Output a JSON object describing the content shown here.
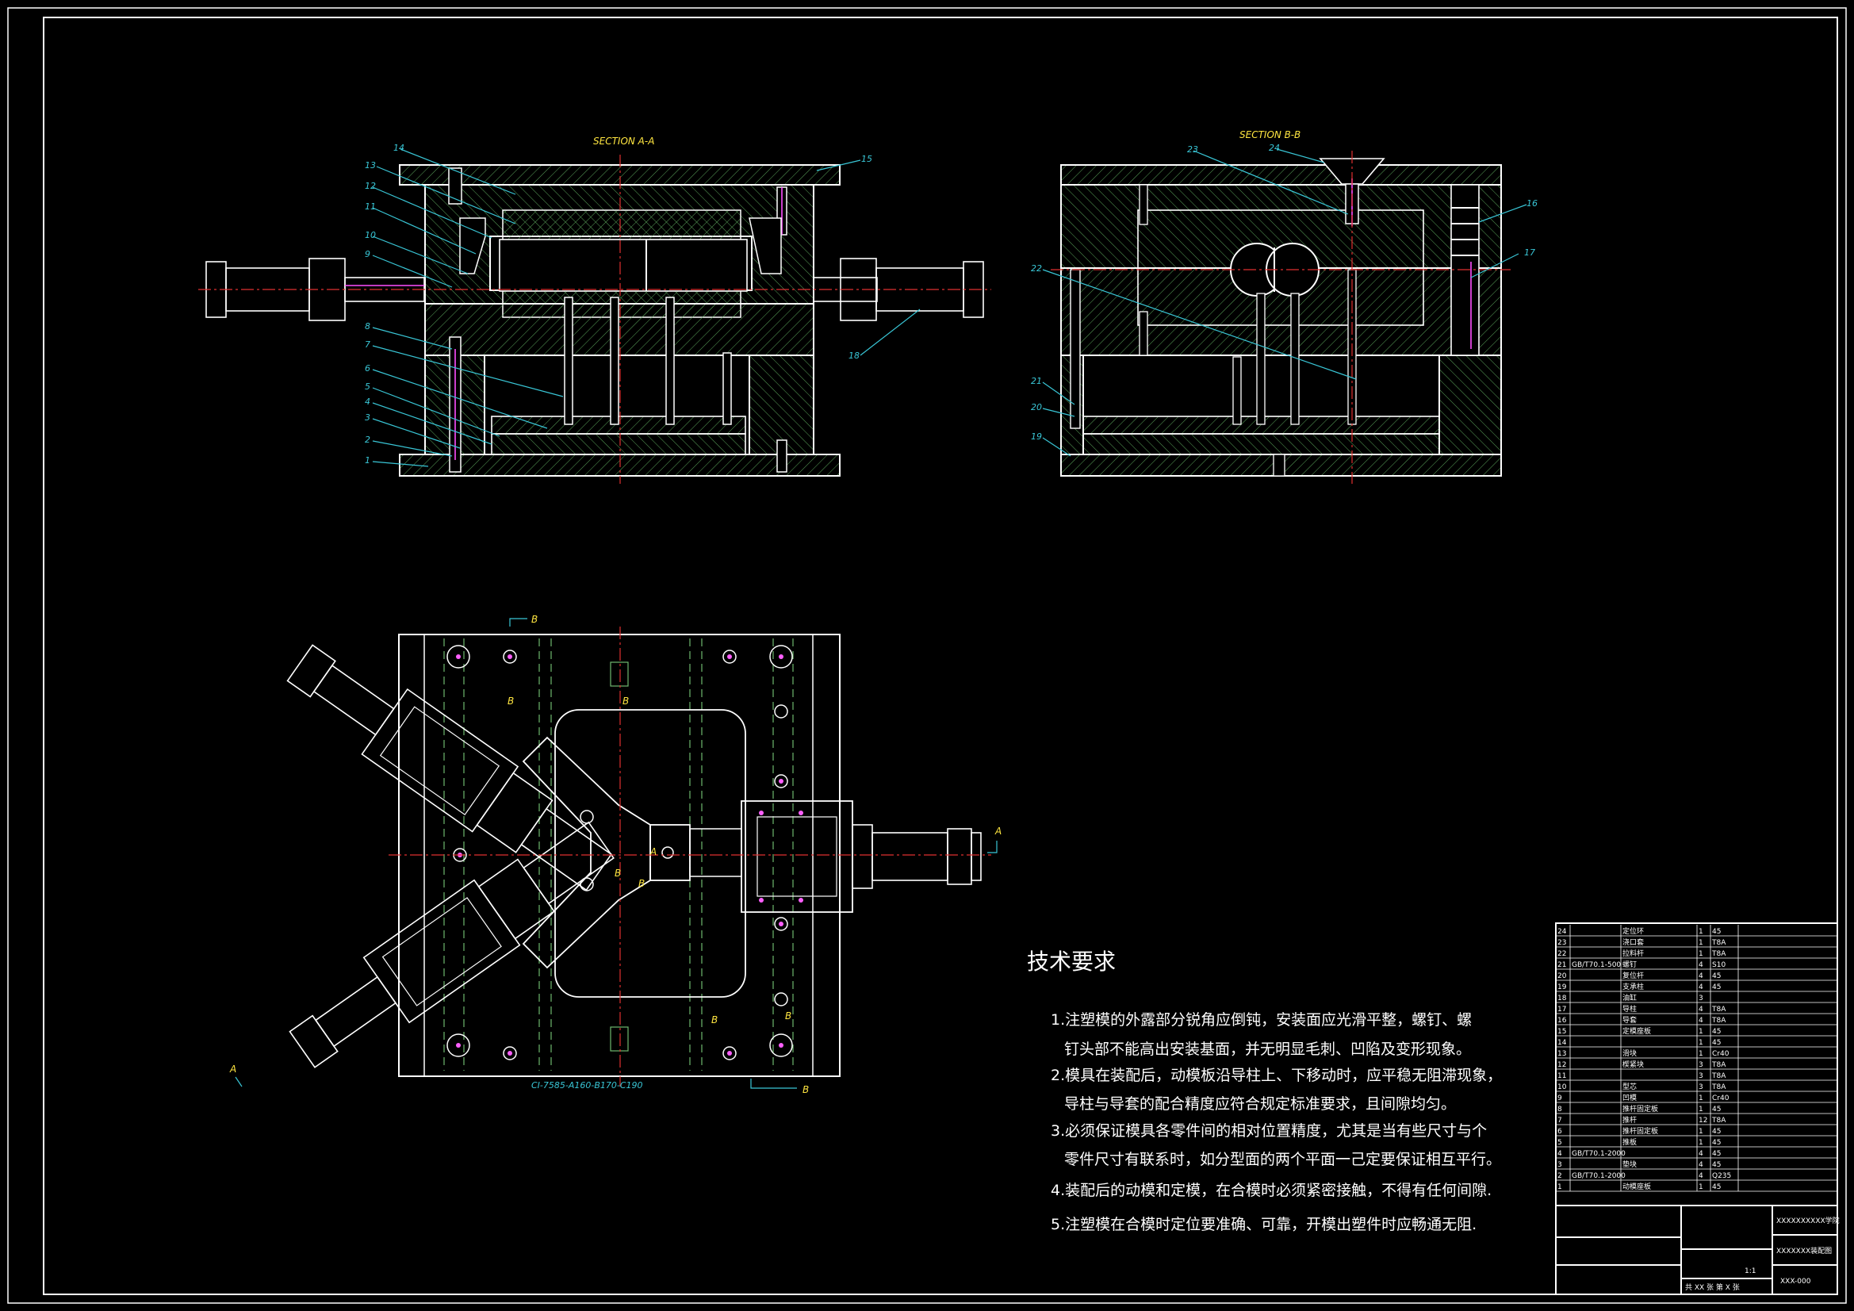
{
  "views": {
    "section_a": {
      "title": "SECTION A-A",
      "callouts": [
        "14",
        "13",
        "12",
        "11",
        "10",
        "9",
        "8",
        "7",
        "6",
        "5",
        "4",
        "3",
        "2",
        "1",
        "15",
        "18"
      ]
    },
    "section_b": {
      "title": "SECTION B-B",
      "callouts": [
        "23",
        "24",
        "16",
        "17",
        "22",
        "21",
        "20",
        "19"
      ]
    },
    "plan": {
      "markers": [
        "B",
        "B",
        "B",
        "B",
        "A",
        "B",
        "B",
        "B",
        "A",
        "A",
        "B"
      ],
      "bottom_label": "CI-7585-A160-B170-C190"
    }
  },
  "tech_requirements": {
    "title": "技术要求",
    "lines": [
      "1.注塑模的外露部分锐角应倒钝，安装面应光滑平整，螺钉、螺",
      "钉头部不能高出安装基面，并无明显毛刺、凹陷及变形现象。",
      "2.模具在装配后，动模板沿导柱上、下移动时，应平稳无阻滞现象，",
      "导柱与导套的配合精度应符合规定标准要求，且间隙均匀。",
      "3.必须保证模具各零件间的相对位置精度，尤其是当有些尺寸与个",
      "零件尺寸有联系时，如分型面的两个平面一己定要保证相互平行。",
      "4.装配后的动模和定模，在合模时必须紧密接触，不得有任何间隙.",
      "5.注塑模在合模时定位要准确、可靠，开模出塑件时应畅通无阻."
    ]
  },
  "bom": {
    "rows": [
      [
        "24",
        "",
        "定位环",
        "1",
        "45"
      ],
      [
        "23",
        "",
        "浇口套",
        "1",
        "T8A"
      ],
      [
        "22",
        "",
        "拉料杆",
        "1",
        "T8A"
      ],
      [
        "21",
        "GB/T70.1-500",
        "螺钉",
        "4",
        "S10"
      ],
      [
        "20",
        "",
        "复位杆",
        "4",
        "45"
      ],
      [
        "19",
        "",
        "支承柱",
        "4",
        "45"
      ],
      [
        "18",
        "",
        "油缸",
        "3",
        ""
      ],
      [
        "17",
        "",
        "导柱",
        "4",
        "T8A"
      ],
      [
        "16",
        "",
        "导套",
        "4",
        "T8A"
      ],
      [
        "15",
        "",
        "定模座板",
        "1",
        "45"
      ],
      [
        "14",
        "",
        "",
        "1",
        "45"
      ],
      [
        "13",
        "",
        "滑块",
        "1",
        "Cr40"
      ],
      [
        "12",
        "",
        "楔紧块",
        "3",
        "T8A"
      ],
      [
        "11",
        "",
        "",
        "3",
        "T8A"
      ],
      [
        "10",
        "",
        "型芯",
        "3",
        "T8A"
      ],
      [
        "9",
        "",
        "凹模",
        "1",
        "Cr40"
      ],
      [
        "8",
        "",
        "推杆固定板",
        "1",
        "45"
      ],
      [
        "7",
        "",
        "推杆",
        "12",
        "T8A"
      ],
      [
        "6",
        "",
        "推杆固定板",
        "1",
        "45"
      ],
      [
        "5",
        "",
        "推板",
        "1",
        "45"
      ],
      [
        "4",
        "GB/T70.1-2000",
        "",
        "4",
        "45"
      ],
      [
        "3",
        "",
        "垫块",
        "4",
        "45"
      ],
      [
        "2",
        "GB/T70.1-2000",
        "",
        "4",
        "Q235"
      ],
      [
        "1",
        "",
        "动模座板",
        "1",
        "45"
      ]
    ],
    "title_block": {
      "company": "XXXXXXXXXX学院",
      "drawing_name": "XXXXXXX装配图",
      "scale": "1:1",
      "sheet_info": "共 XX 张  第 X 张",
      "drawing_no": "XXX-000"
    }
  }
}
